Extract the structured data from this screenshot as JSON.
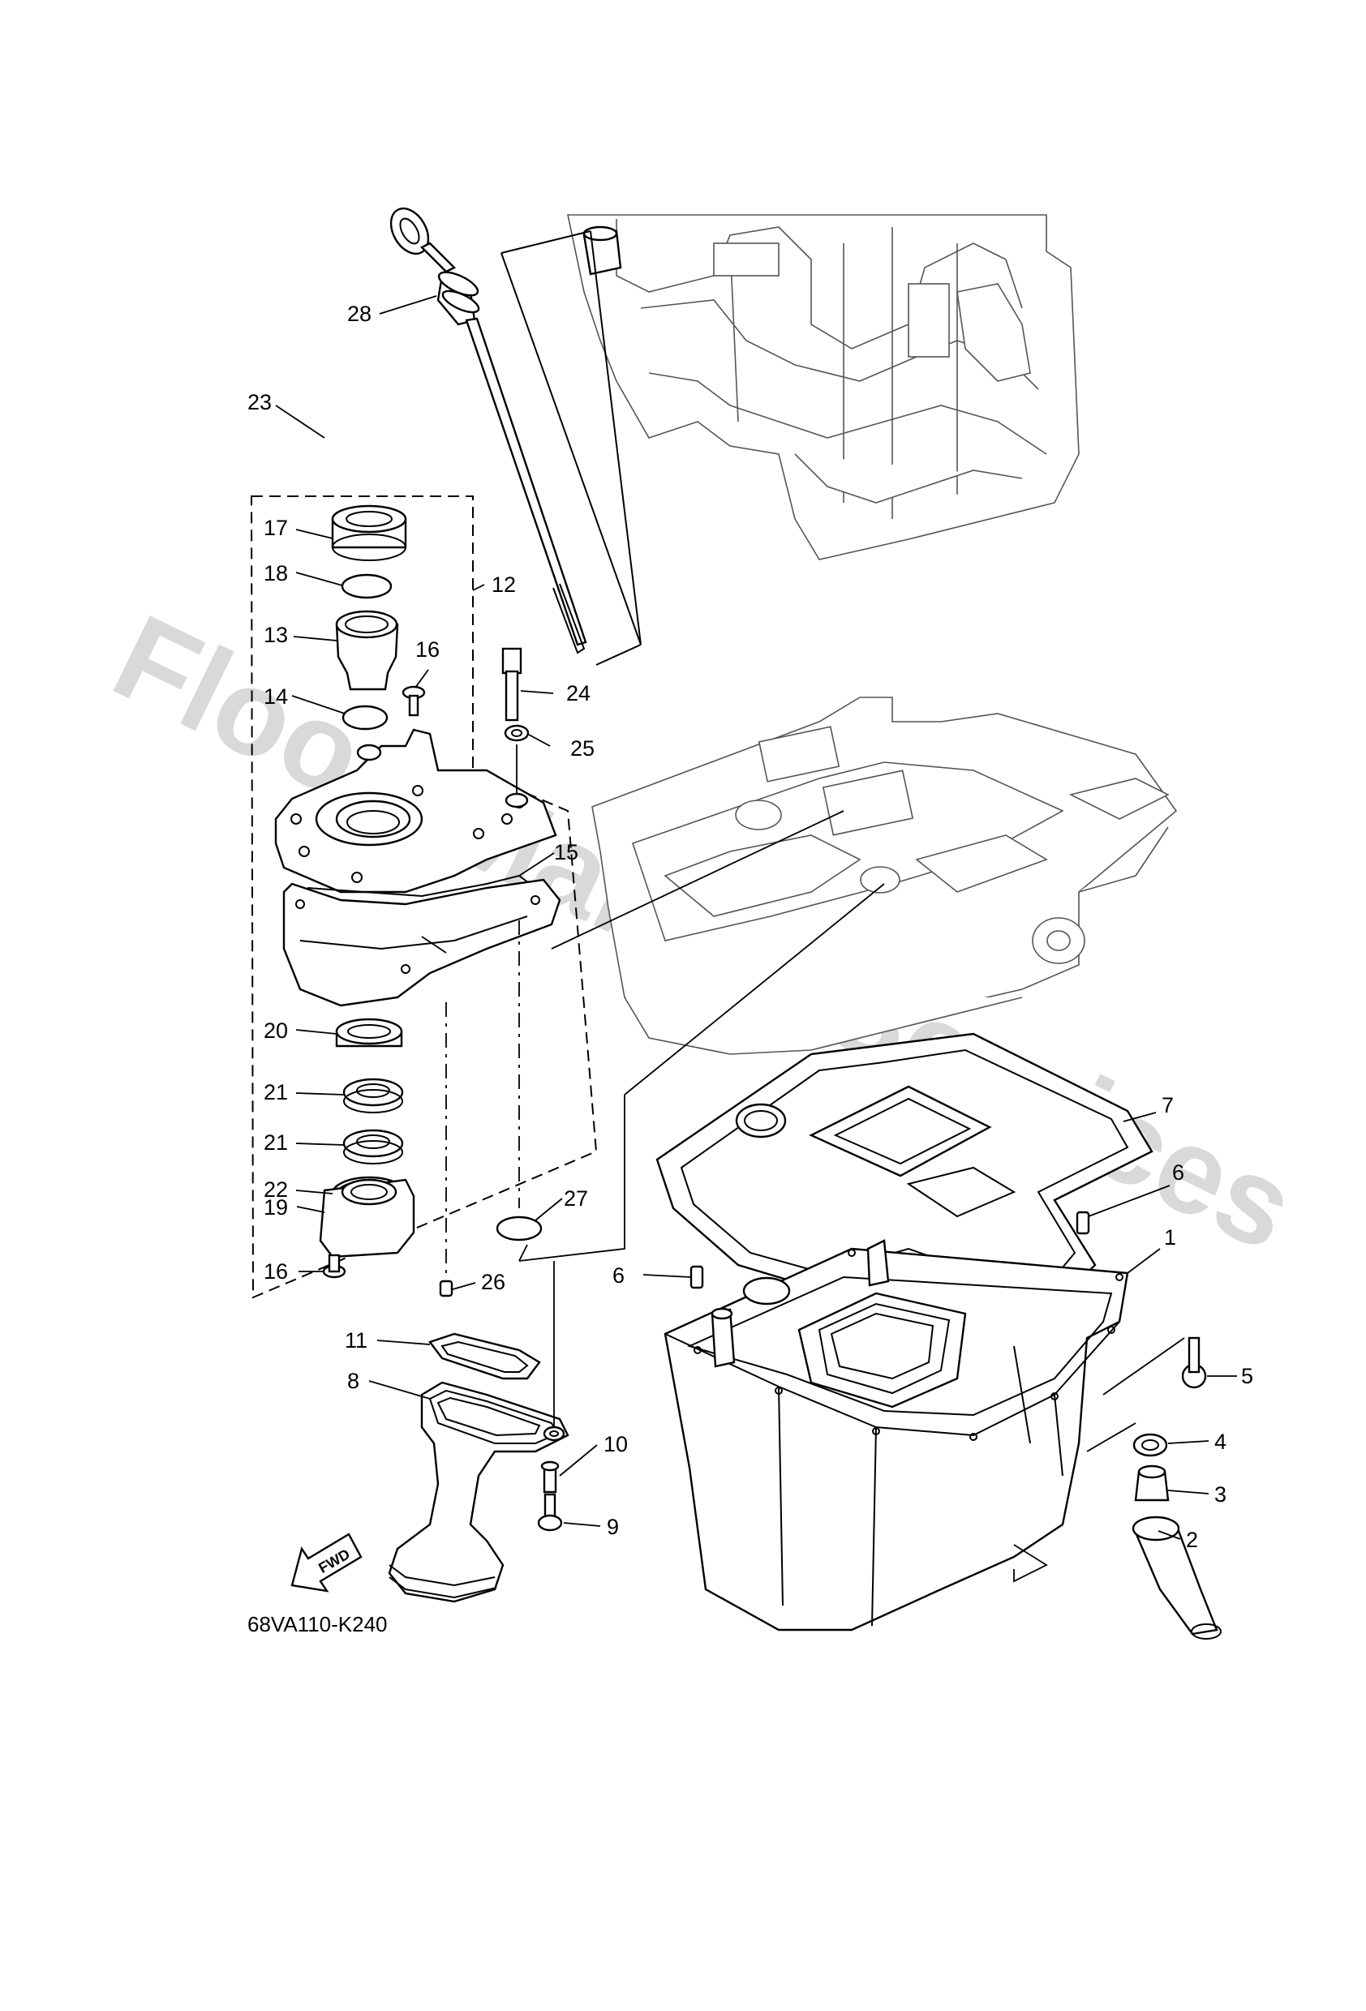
{
  "watermark": "Flood Marine Services",
  "diagram_code": "68VA110-K240",
  "fwd_label": "FWD",
  "callouts": [
    "1",
    "2",
    "3",
    "4",
    "5",
    "6",
    "6",
    "7",
    "8",
    "9",
    "10",
    "11",
    "12",
    "13",
    "14",
    "15",
    "16",
    "16",
    "17",
    "18",
    "19",
    "20",
    "21",
    "21",
    "22",
    "23",
    "24",
    "25",
    "26",
    "27",
    "28"
  ]
}
